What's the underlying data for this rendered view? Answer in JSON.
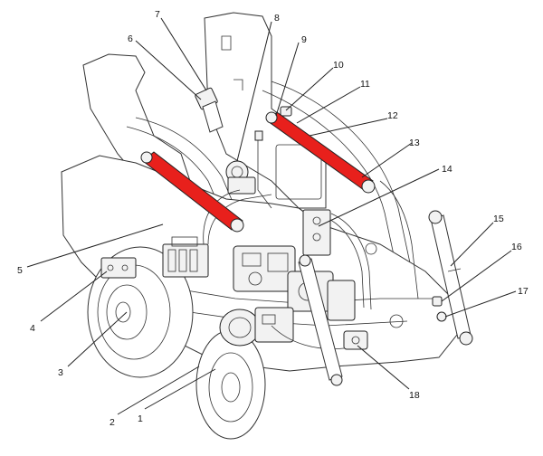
{
  "callouts": [
    {
      "id": "1",
      "text": "1"
    },
    {
      "id": "2",
      "text": "2"
    },
    {
      "id": "3",
      "text": "3"
    },
    {
      "id": "4",
      "text": "4"
    },
    {
      "id": "5",
      "text": "5"
    },
    {
      "id": "6",
      "text": "6"
    },
    {
      "id": "7",
      "text": "7"
    },
    {
      "id": "8",
      "text": "8"
    },
    {
      "id": "9",
      "text": "9"
    },
    {
      "id": "10",
      "text": "10"
    },
    {
      "id": "11",
      "text": "11"
    },
    {
      "id": "12",
      "text": "12"
    },
    {
      "id": "13",
      "text": "13"
    },
    {
      "id": "14",
      "text": "14"
    },
    {
      "id": "15",
      "text": "15"
    },
    {
      "id": "16",
      "text": "16"
    },
    {
      "id": "17",
      "text": "17"
    },
    {
      "id": "18",
      "text": "18"
    }
  ],
  "colors": {
    "highlight_cylinder": "#e8201c",
    "line": "#222222",
    "background": "#ffffff"
  }
}
